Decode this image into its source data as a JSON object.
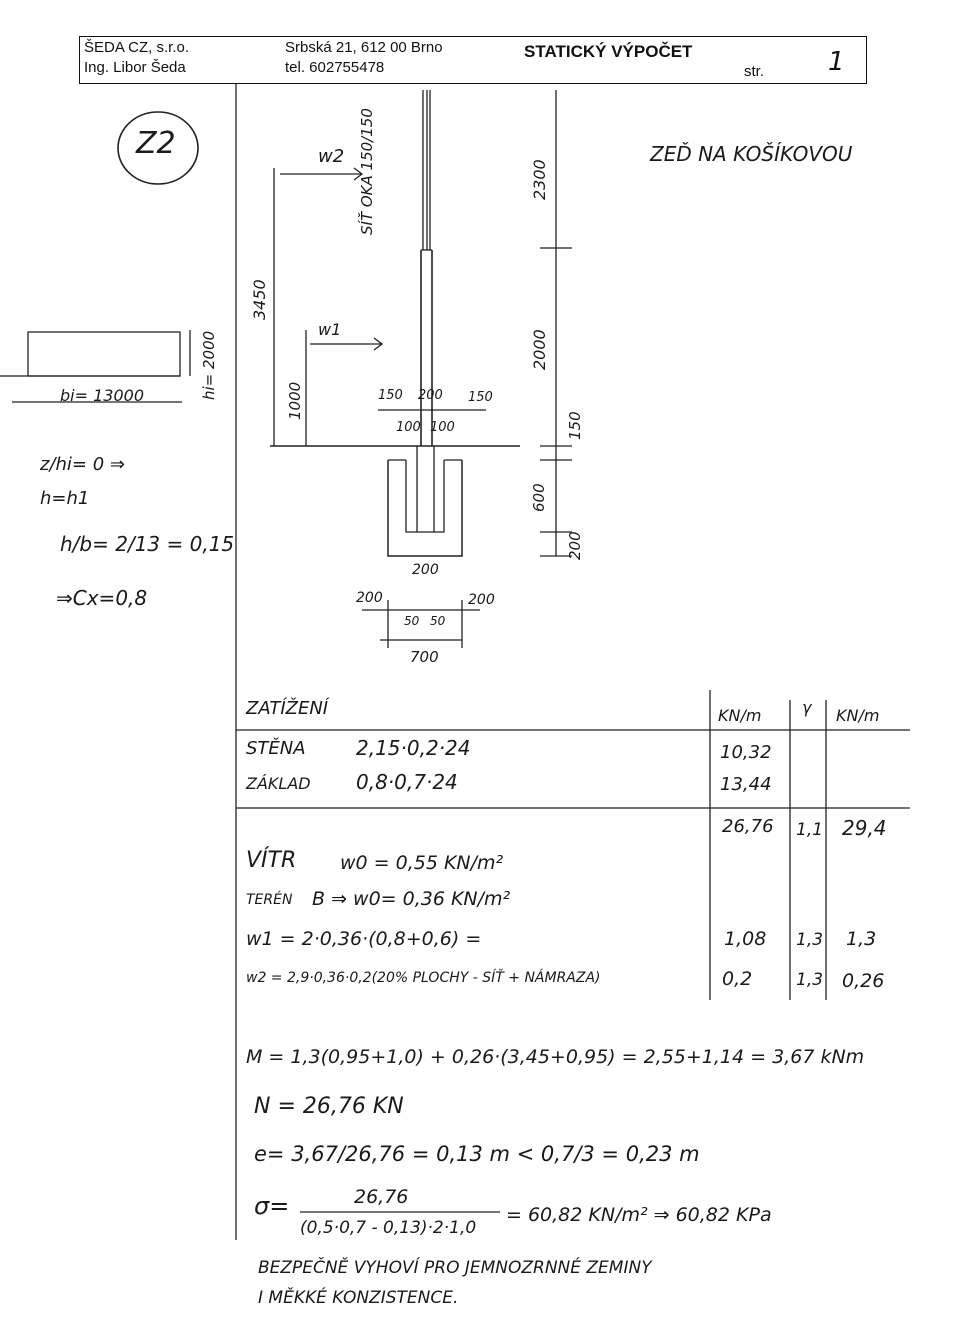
{
  "header": {
    "company": "ŠEDA CZ, s.r.o.",
    "engineer": "Ing. Libor Šeda",
    "address": "Srbská 21, 612 00 Brno",
    "phone": "tel. 602755478",
    "doc_title": "STATICKÝ VÝPOČET",
    "page_label": "str.",
    "page_no": "1"
  },
  "sketch": {
    "tag": "Z2",
    "title": "ZEĎ NA KOŠÍKOVOU",
    "mesh_label": "SÍŤ OKA 150/150",
    "wind_w2": "w2",
    "wind_w1": "w1",
    "dim_3450": "3450",
    "dim_1000": "1000",
    "dim_2300": "2300",
    "dim_2000": "2000",
    "dim_150_right": "150",
    "dim_600": "600",
    "dim_200_right": "200",
    "top_150_a": "150",
    "top_200": "200",
    "top_150_b": "150",
    "top_100_a": "100",
    "top_100_b": "100",
    "bot_200_top": "200",
    "bot_200_left": "200",
    "bot_200_right": "200",
    "bot_50_a": "50",
    "bot_50_b": "50",
    "bot_700": "700",
    "b_label": "bi= 13000",
    "h_label": "hi= 2000",
    "calc_1": "z/hi= 0 ⇒",
    "calc_2": "h=h1",
    "calc_3": "h/b= 2/13 = 0,15",
    "calc_4": "⇒Cx=0,8"
  },
  "loads": {
    "heading": "ZATÍŽENÍ",
    "col_char": "KN/m",
    "col_factor": "γ",
    "col_design": "KN/m",
    "row1_label": "STĚNA",
    "row1_expr": "2,15·0,2·24",
    "row1_val": "10,32",
    "row2_label": "ZÁKLAD",
    "row2_expr": "0,8·0,7·24",
    "row2_val": "13,44",
    "sum_val": "26,76",
    "sum_factor": "1,1",
    "sum_design": "29,4"
  },
  "wind": {
    "line1_label": "VÍTR",
    "line1": "w0 = 0,55 KN/m²",
    "line2_label": "TERÉN",
    "line2": "B ⇒ w0= 0,36 KN/m²",
    "w1_expr": "w1 = 2·0,36·(0,8+0,6) =",
    "w1_val": "1,08",
    "w1_factor": "1,3",
    "w1_design": "1,3",
    "w2_expr": "w2 = 2,9·0,36·0,2(20% PLOCHY - SÍŤ + NÁMRAZA)",
    "w2_val": "0,2",
    "w2_factor": "1,3",
    "w2_design": "0,26"
  },
  "results": {
    "moment": "M = 1,3(0,95+1,0) + 0,26·(3,45+0,95) = 2,55+1,14 = 3,67 kNm",
    "normal": "N = 26,76 KN",
    "ecc": "e= 3,67/26,76 = 0,13 m < 0,7/3 = 0,23 m",
    "sigma_label": "σ=",
    "sigma_num": "26,76",
    "sigma_den": "(0,5·0,7 - 0,13)·2·1,0",
    "sigma_res": "= 60,82 KN/m² ⇒ 60,82 KPa",
    "conclusion_1": "BEZPEČNĚ VYHOVÍ PRO JEMNOZRNNÉ ZEMINY",
    "conclusion_2": "I MĚKKÉ KONZISTENCE."
  }
}
